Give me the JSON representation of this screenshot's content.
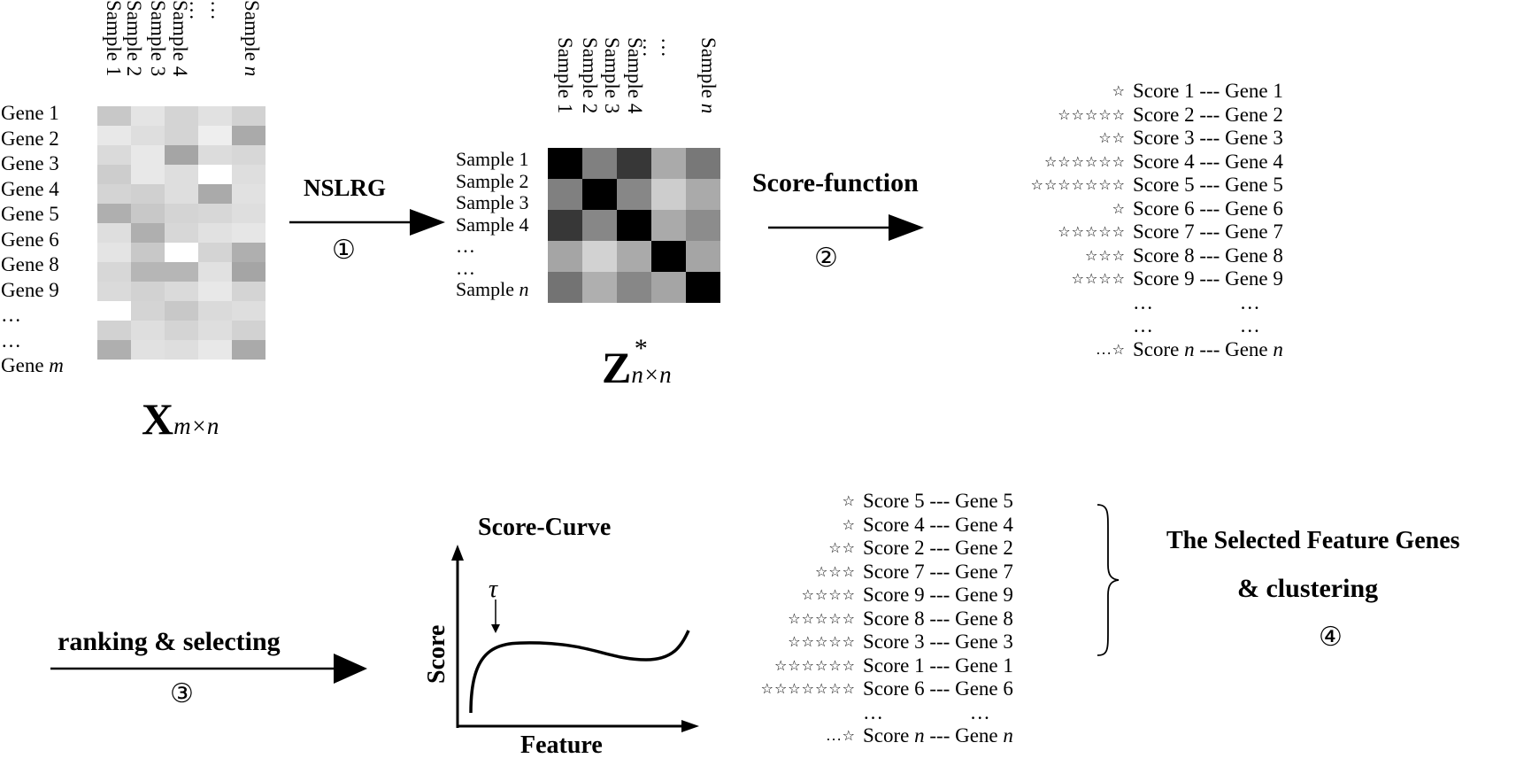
{
  "matrix_x": {
    "gene_labels": [
      "Gene 1",
      "Gene 2",
      "Gene 3",
      "Gene 4",
      "Gene 5",
      "Gene 6",
      "Gene 8",
      "Gene 9",
      "…",
      "…"
    ],
    "gene_last_prefix": "Gene ",
    "gene_last_italic": "m",
    "sample_labels": [
      "Sample 1",
      "Sample 2",
      "Sample 3",
      "Sample 4",
      "…",
      "…"
    ],
    "sample_last_prefix": "Sample ",
    "sample_last_italic": "n",
    "title_main": "X",
    "title_sub": "m×n"
  },
  "matrix_z": {
    "row_labels": [
      "Sample 1",
      "Sample 2",
      "Sample 3",
      "Sample 4",
      "…",
      "…"
    ],
    "row_last_prefix": "Sample ",
    "row_last_italic": "n",
    "col_labels": [
      "Sample 1",
      "Sample 2",
      "Sample 3",
      "Sample 4",
      "…",
      "…"
    ],
    "col_last_prefix": "Sample ",
    "col_last_italic": "n",
    "title_main": "Z",
    "title_sup": "*",
    "title_sub": "n×n"
  },
  "steps": {
    "step1_label": "NSLRG",
    "step1_num": "①",
    "step2_label": "Score-function",
    "step2_num": "②",
    "step3_label": "ranking & selecting",
    "step3_num": "③",
    "step4_label_line1": "The Selected Feature Genes",
    "step4_label_line2": "& clustering",
    "step4_num": "④"
  },
  "score_list_top": [
    {
      "stars": "☆",
      "text": "Score 1 --- Gene 1"
    },
    {
      "stars": "☆☆☆☆☆",
      "text": "Score 2 --- Gene 2"
    },
    {
      "stars": "☆☆",
      "text": "Score 3 --- Gene 3"
    },
    {
      "stars": "☆☆☆☆☆☆",
      "text": "Score 4 --- Gene 4"
    },
    {
      "stars": "☆☆☆☆☆☆☆",
      "text": "Score 5 --- Gene 5"
    },
    {
      "stars": "☆",
      "text": "Score 6 --- Gene 6"
    },
    {
      "stars": "☆☆☆☆☆",
      "text": "Score 7 --- Gene 7"
    },
    {
      "stars": "☆☆☆",
      "text": "Score 8 --- Gene 8"
    },
    {
      "stars": "☆☆☆☆",
      "text": "Score 9 --- Gene 9"
    },
    {
      "stars": "",
      "text": "…                 …"
    },
    {
      "stars": "",
      "text": "…                 …"
    }
  ],
  "score_list_top_last": {
    "stars": "...☆",
    "pre": "Score ",
    "it1": "n",
    "mid": " --- Gene ",
    "it2": "n"
  },
  "score_list_bottom": [
    {
      "stars": "☆",
      "text": "Score 5 --- Gene 5"
    },
    {
      "stars": "☆",
      "text": "Score 4 --- Gene 4"
    },
    {
      "stars": "☆☆",
      "text": "Score 2 --- Gene 2"
    },
    {
      "stars": "☆☆☆",
      "text": "Score 7 --- Gene 7"
    },
    {
      "stars": "☆☆☆☆",
      "text": "Score 9 --- Gene 9"
    },
    {
      "stars": "☆☆☆☆☆",
      "text": "Score 8 --- Gene 8"
    },
    {
      "stars": "☆☆☆☆☆",
      "text": "Score 3 --- Gene 3"
    },
    {
      "stars": "☆☆☆☆☆☆",
      "text": "Score 1 --- Gene 1"
    },
    {
      "stars": "☆☆☆☆☆☆☆",
      "text": "Score 6 --- Gene 6"
    },
    {
      "stars": "",
      "text": "…                 …"
    }
  ],
  "score_list_bottom_last": {
    "stars": "...☆",
    "pre": "Score ",
    "it1": "n",
    "mid": " --- Gene ",
    "it2": "n"
  },
  "curve": {
    "title": "Score-Curve",
    "ylabel": "Score",
    "xlabel": "Feature",
    "threshold": "τ"
  }
}
